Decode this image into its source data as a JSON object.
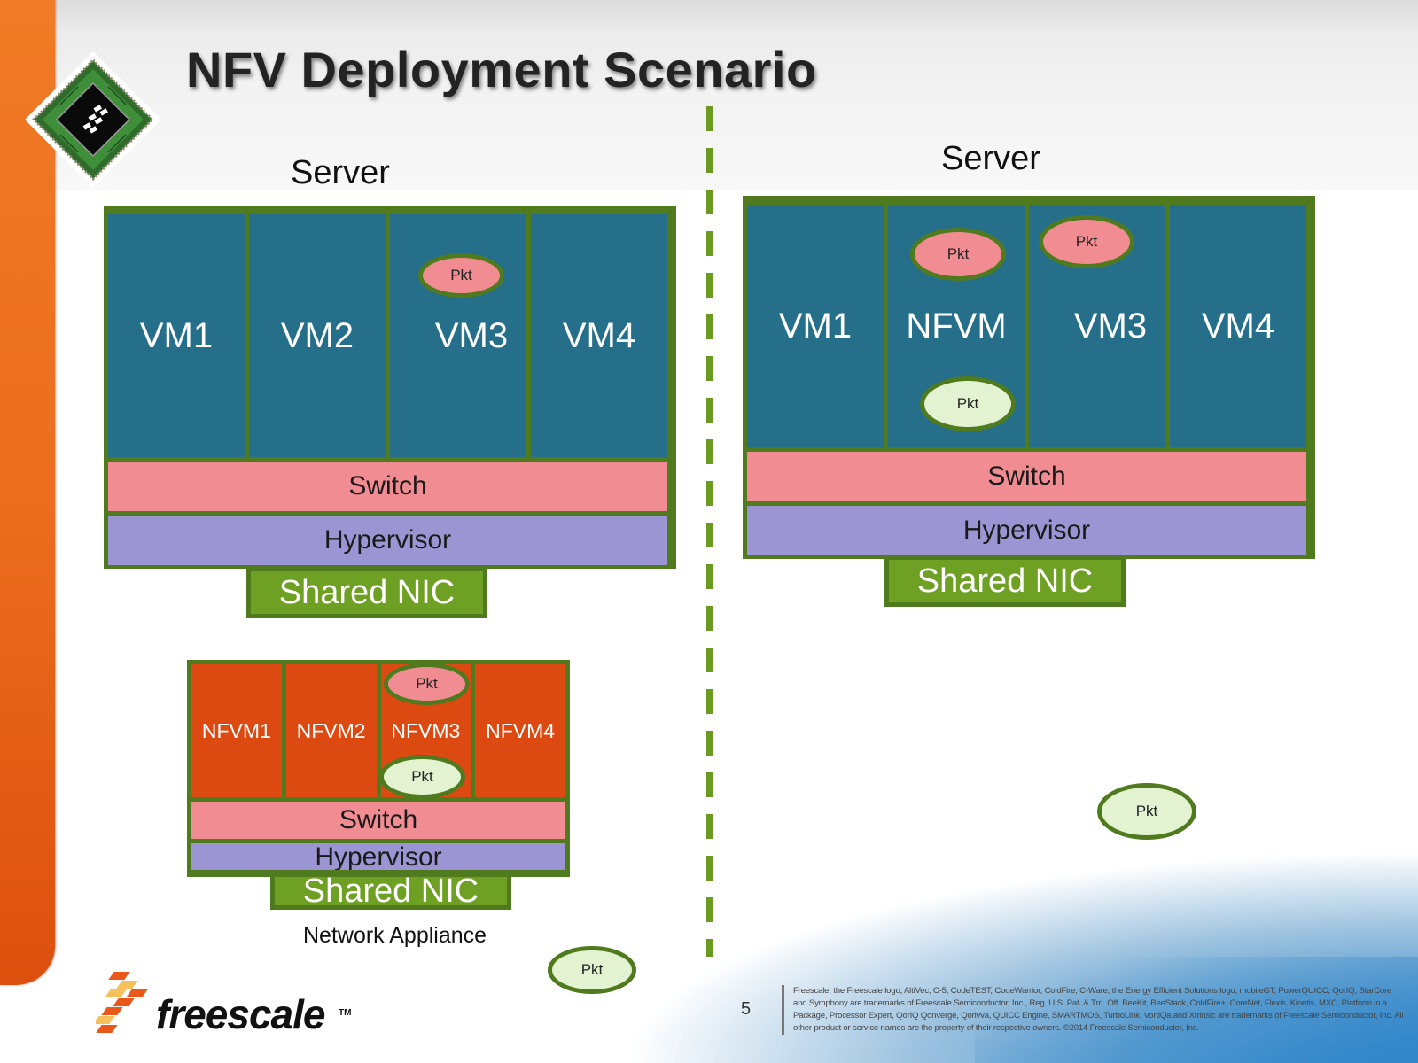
{
  "slide": {
    "title": "NFV Deployment Scenario",
    "page_number": "5",
    "colors": {
      "accent_orange": "#f07a25",
      "border_green": "#4f7a1e",
      "vm_teal": "#266f8a",
      "nfvm_orange": "#dc4a12",
      "switch_pink": "#f18c93",
      "hypervisor_purple": "#9b95d3",
      "nic_green": "#6ea023",
      "pkt_green": "#e3f3d2"
    }
  },
  "left_server": {
    "label": "Server",
    "vms": [
      "VM1",
      "VM2",
      "VM3",
      "VM4"
    ],
    "packets": [
      {
        "label": "Pkt",
        "color": "red",
        "vm": "VM3"
      }
    ],
    "switch": "Switch",
    "hypervisor": "Hypervisor",
    "nic": "Shared NIC"
  },
  "appliance": {
    "label": "Network Appliance",
    "vms": [
      "NFVM1",
      "NFVM2",
      "NFVM3",
      "NFVM4"
    ],
    "packets": [
      {
        "label": "Pkt",
        "color": "red",
        "vm": "NFVM3"
      },
      {
        "label": "Pkt",
        "color": "green",
        "vm": "NFVM3"
      }
    ],
    "switch": "Switch",
    "hypervisor": "Hypervisor",
    "nic": "Shared NIC",
    "outside_packet": "Pkt"
  },
  "right_server": {
    "label": "Server",
    "vms": [
      "VM1",
      "NFVM",
      "VM3",
      "VM4"
    ],
    "packets": [
      {
        "label": "Pkt",
        "color": "red",
        "vm": "NFVM"
      },
      {
        "label": "Pkt",
        "color": "red",
        "vm": "VM3"
      },
      {
        "label": "Pkt",
        "color": "green",
        "vm": "NFVM"
      }
    ],
    "switch": "Switch",
    "hypervisor": "Hypervisor",
    "nic": "Shared NIC",
    "outside_packet": "Pkt"
  },
  "footer": {
    "brand": "freescale",
    "trademark": "TM",
    "legal": "Freescale, the Freescale logo, AltiVec, C-5, CodeTEST, CodeWarrior, ColdFire, C-Ware, the Energy Efficient Solutions logo, mobileGT, PowerQUICC, QorIQ, StarCore and Symphony are trademarks of Freescale Semiconductor, Inc., Reg. U.S. Pat. & Tm. Off. BeeKit, BeeStack, ColdFire+, CoreNet, Flexis, Kinetis, MXC, Platform in a Package, Processor Expert, QorIQ Qonverge, Qorivva, QUICC Engine, SMARTMOS, TurboLink, VortiQa and Xtrinsic are trademarks of Freescale Semiconductor, Inc. All other product or service names are the property of their respective owners. ©2014 Freescale Semiconductor, Inc."
  }
}
